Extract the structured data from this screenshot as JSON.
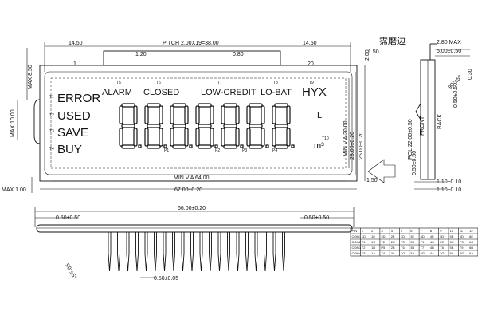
{
  "dims": {
    "top_left": "14.50",
    "pitch": "PITCH 2.00X19=38.00",
    "top_right": "14.50",
    "d_120": "1.20",
    "d_080": "0.80",
    "pin_first": "1",
    "pin_last": "20",
    "d_150_top": "1.50",
    "d_200_right": "2.00",
    "max_850": "MAX 8.50",
    "max_1000": "MAX 10.00",
    "min_va_w": "MIN V.A 64.00",
    "overall_w": "67.00±0.20",
    "max_100": "MAX 1.00",
    "d_150_bot": "1.50",
    "min_va_h": "MIN V.A 20.00",
    "va_h": "23.00±0.20",
    "overall_h": "25.00±0.20",
    "bottom_total": "66.00±0.20",
    "pin_offset_left": "0.50±0.50",
    "pin_offset_right": "0.50±0.50",
    "pin_angle": "90°±5°",
    "pin_width": "0.50±0.05"
  },
  "lcd": {
    "t1": "T1",
    "t2": "T2",
    "t3": "T3",
    "t4": "T4",
    "error": "ERROR",
    "used": "USED",
    "save": "SAVE",
    "buy": "BUY",
    "t5": "T5",
    "t6": "T6",
    "t7": "T7",
    "t8": "T8",
    "t9": "T9",
    "t10": "T10",
    "alarm": "ALARM",
    "closed": "CLOSED",
    "low_credit": "LOW-CREDIT",
    "lo_bat": "LO-BAT",
    "hyx": "HYX",
    "unit_l": "L",
    "unit_m3": "m³",
    "p1": "P1",
    "p2": "P2",
    "p3": "P3",
    "p4": "P4"
  },
  "side": {
    "title": "霈磨边",
    "d_280": "2.80 MAX",
    "d_500": "5.00±0.50",
    "d_030": "0.30",
    "angle": "90°±5°",
    "pol": "POL 22.00±0.50",
    "d_050_a": "0.50±0.50",
    "d_050_b": "0.50±0.50",
    "front": "FRONT",
    "back": "BACK",
    "d_110_a": "1.10±0.10",
    "d_110_b": "1.10±0.10"
  },
  "pin_table": {
    "headers": [
      "PIN",
      "1",
      "2",
      "3",
      "4",
      "5",
      "6",
      "7",
      "8",
      "9",
      "10",
      "11",
      "12"
    ],
    "rows": [
      [
        "COM1",
        "1D",
        "1E",
        "2D",
        "2E",
        "3D",
        "3E",
        "4D",
        "4E",
        "5D",
        "5E",
        "6D",
        "6E"
      ],
      [
        "COM2",
        "T1",
        "1C",
        "T2",
        "2C",
        "T3",
        "3C",
        "P1",
        "4C",
        "P2",
        "5C",
        "P3",
        "6C"
      ],
      [
        "COM3",
        "T2",
        "1B",
        "P5",
        "2B",
        "T6",
        "3B",
        "T7",
        "4B",
        "T8",
        "5B",
        "T9",
        "6B"
      ],
      [
        "COM4",
        "T3",
        "1A",
        "T4",
        "2A",
        "1G",
        "3A",
        "2G",
        "4A",
        "3G",
        "5A",
        "4G",
        "6A"
      ]
    ]
  }
}
